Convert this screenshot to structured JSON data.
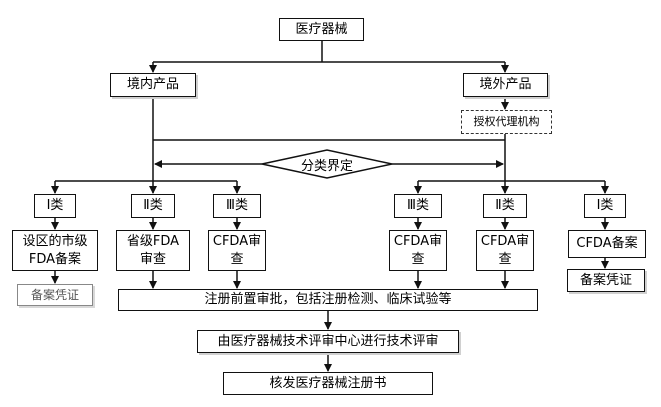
{
  "root": "医疗器械",
  "domestic": "境内产品",
  "foreign": "境外产品",
  "agent": "授权代理机构",
  "classify": "分类界定",
  "d_class1": "Ⅰ类",
  "d_class2": "Ⅱ类",
  "d_class3": "Ⅲ类",
  "f_class3": "Ⅲ类",
  "f_class2": "Ⅱ类",
  "f_class1": "Ⅰ类",
  "d1_action": "设区的市级\nFDA备案",
  "d1_result": "备案凭证",
  "d2_action": "省级FDA\n审查",
  "d3_action": "CFDA审\n查",
  "f3_action": "CFDA审\n查",
  "f2_action": "CFDA审\n查",
  "f1_action": "CFDA备案",
  "f1_result": "备案凭证",
  "pre_approval": "注册前置审批，包括注册检测、临床试验等",
  "tech_review": "由医疗器械技术评审中心进行技术评审",
  "certificate": "核发医疗器械注册书"
}
